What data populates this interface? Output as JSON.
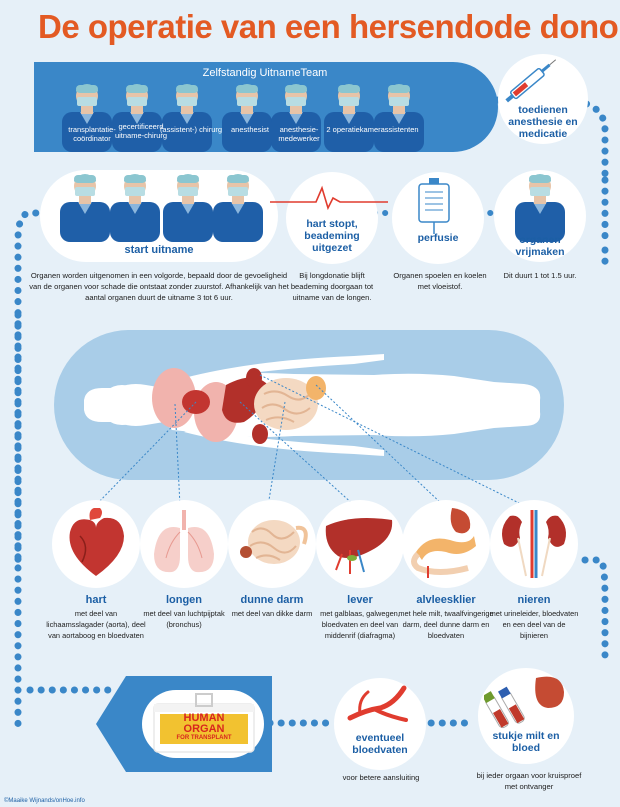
{
  "title": "De operatie van een hersendode donor",
  "team": {
    "label": "Zelfstandig UitnameTeam",
    "roles": [
      "transplantatie-coördinator",
      "gecertificeerd uitname-chirurg",
      "(assistent-) chirurg",
      "anesthesist",
      "anesthesie-medewerker",
      "2 operatiekamerassistenten"
    ]
  },
  "steps": {
    "anesthesia": {
      "label": "toedienen anesthesie en medicatie"
    },
    "start": {
      "label": "start uitname",
      "desc": "Organen worden uitgenomen in een volgorde, bepaald door de gevoeligheid van de organen voor schade die ontstaat zonder zuurstof. Afhankelijk van het aantal organen duurt de uitname 3 tot 6 uur."
    },
    "heart_stop": {
      "label": "hart stopt, beademing uitgezet",
      "desc": "Bij longdonatie blijft beademing doorgaan tot uitname van de longen."
    },
    "perfusion": {
      "label": "perfusie",
      "desc": "Organen spoelen en koelen met vloeistof."
    },
    "free_organs": {
      "label": "organen vrijmaken",
      "desc": "Dit duurt 1 tot 1.5 uur."
    },
    "vessels": {
      "label": "eventueel bloedvaten",
      "desc": "voor betere aansluiting"
    },
    "spleen_blood": {
      "label": "stukje milt en bloed",
      "desc": "bij ieder orgaan voor kruisproef met ontvanger"
    }
  },
  "organs": [
    {
      "name": "hart",
      "desc": "met deel van lichaamsslagader (aorta), deel van aortaboog en bloedvaten"
    },
    {
      "name": "longen",
      "desc": "met deel van luchtpijptak (bronchus)"
    },
    {
      "name": "dunne darm",
      "desc": "met deel van dikke darm"
    },
    {
      "name": "lever",
      "desc": "met galblaas, galwegen, bloedvaten en deel van middenrif (diafragma)"
    },
    {
      "name": "alvleesklier",
      "desc": "met hele milt, twaalfvingerige darm, deel dunne darm en bloedvaten"
    },
    {
      "name": "nieren",
      "desc": "met urineleider, bloedvaten en een deel van de bijnieren"
    }
  ],
  "cooler": {
    "line1": "HUMAN",
    "line2": "ORGAN",
    "line3": "FOR TRANSPLANT"
  },
  "credit": "©Maaike Wijnands/onHoe.info",
  "colors": {
    "title": "#e35a23",
    "team_bg": "#3a87c8",
    "label": "#1c5fa5",
    "scrub": "#1f5fa8"
  }
}
